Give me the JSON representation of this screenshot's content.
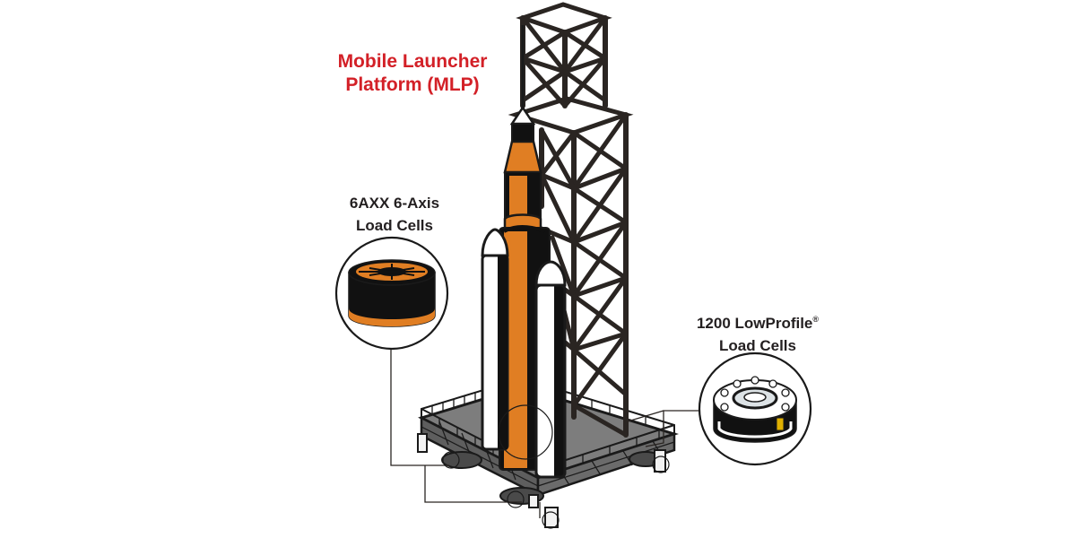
{
  "title": {
    "line1": "Mobile Launcher",
    "line2": "Platform (MLP)"
  },
  "callouts": {
    "six_axis": {
      "line1": "6AXX 6-Axis",
      "line2": "Load Cells"
    },
    "low_profile": {
      "line1_main": "1200 LowProfile",
      "line1_mark": "®",
      "line2": "Load Cells"
    }
  },
  "colors": {
    "title": "#d32027",
    "text": "#231f20",
    "rocket_orange": "#e07e23",
    "outline": "#1a1a1a",
    "platform": "#7d7d7d",
    "tower": "#2a2522"
  }
}
